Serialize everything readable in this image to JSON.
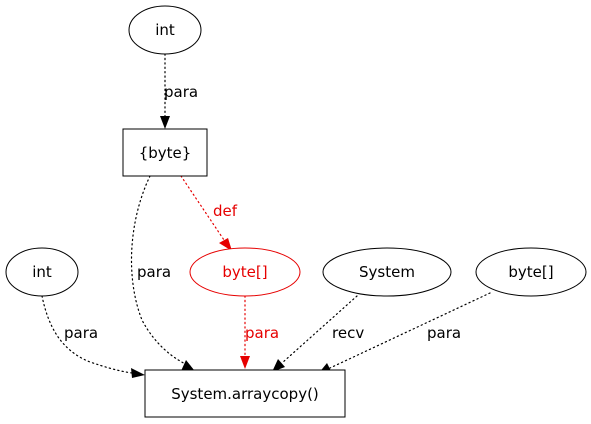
{
  "colors": {
    "default": "#000000",
    "highlight": "#e60000"
  },
  "nodes": {
    "int_top": {
      "label": "int",
      "shape": "ellipse",
      "highlight": false
    },
    "byte_set": {
      "label": "{byte}",
      "shape": "box",
      "highlight": false
    },
    "int_left": {
      "label": "int",
      "shape": "ellipse",
      "highlight": false
    },
    "byte_array_mid": {
      "label": "byte[]",
      "shape": "ellipse",
      "highlight": true
    },
    "system": {
      "label": "System",
      "shape": "ellipse",
      "highlight": false
    },
    "byte_array_right": {
      "label": "byte[]",
      "shape": "ellipse",
      "highlight": false
    },
    "arraycopy": {
      "label": "System.arraycopy()",
      "shape": "box",
      "highlight": false
    }
  },
  "edges": {
    "int_top_to_byte_set": {
      "from": "int",
      "to": "{byte}",
      "label": "para",
      "highlight": false
    },
    "byte_set_to_arraycopy": {
      "from": "{byte}",
      "to": "System.arraycopy()",
      "label": "para",
      "highlight": false
    },
    "byte_set_to_byte_array": {
      "from": "{byte}",
      "to": "byte[]",
      "label": "def",
      "highlight": true
    },
    "byte_array_to_arraycopy": {
      "from": "byte[]",
      "to": "System.arraycopy()",
      "label": "para",
      "highlight": true
    },
    "int_left_to_arraycopy": {
      "from": "int",
      "to": "System.arraycopy()",
      "label": "para",
      "highlight": false
    },
    "system_to_arraycopy": {
      "from": "System",
      "to": "System.arraycopy()",
      "label": "recv",
      "highlight": false
    },
    "byte_array_right_to_arraycopy": {
      "from": "byte[]",
      "to": "System.arraycopy()",
      "label": "para",
      "highlight": false
    }
  }
}
